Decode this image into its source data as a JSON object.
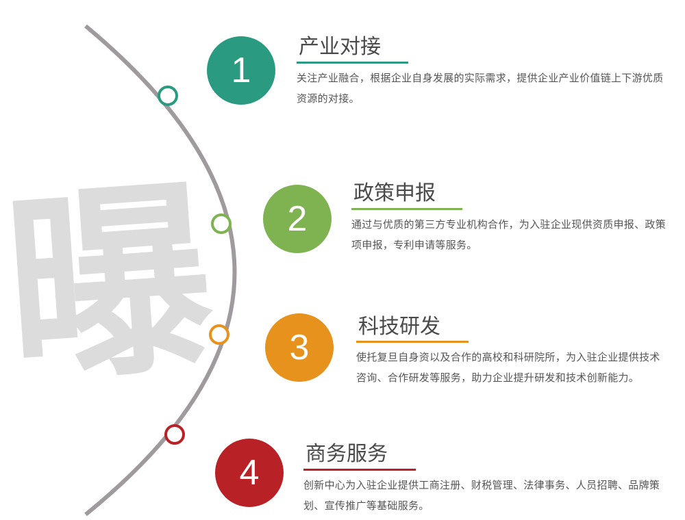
{
  "watermark": {
    "char": "曝",
    "color": "#dcdcdc"
  },
  "arc": {
    "color": "#9e9a9e"
  },
  "items": [
    {
      "number": "1",
      "title": "产业对接",
      "description": "关注产业融合，根据企业自身发展的实际需求，提供企业产业价值链上下游优质资源的对接。",
      "color": "#2a9a80"
    },
    {
      "number": "2",
      "title": "政策申报",
      "description": "通过与优质的第三方专业机构合作，为入驻企业现供资质申报、政策项申报，专利申请等服务。",
      "color": "#7fb352"
    },
    {
      "number": "3",
      "title": "科技研发",
      "description": "使托复旦自身资以及合作的高校和科研院所，为入驻企业提供技术咨询、合作研发等服务，助力企业提升研发和技术创新能力。",
      "color": "#e6921c"
    },
    {
      "number": "4",
      "title": "商务服务",
      "description": "创新中心为入驻企业提供工商注册、财税管理、法律事务、人员招聘、品牌策划、宣传推广等基础服务。",
      "color": "#b82226"
    }
  ]
}
